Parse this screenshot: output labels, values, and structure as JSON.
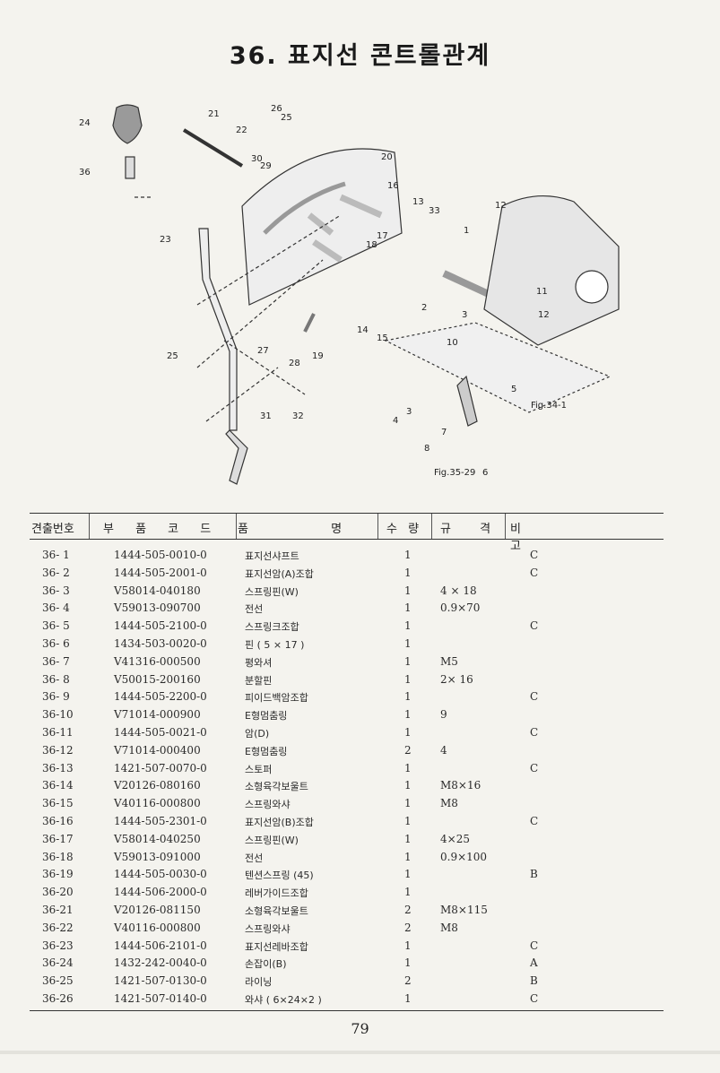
{
  "title": "36. 표지선 콘트롤관계",
  "diagram": {
    "callouts": [
      "1",
      "2",
      "3",
      "4",
      "5",
      "6",
      "7",
      "8",
      "10",
      "11",
      "12",
      "12",
      "13",
      "14",
      "15",
      "16",
      "17",
      "18",
      "19",
      "20",
      "21",
      "22",
      "23",
      "24",
      "25",
      "25",
      "26",
      "27",
      "28",
      "29",
      "30",
      "31",
      "32",
      "33",
      "36"
    ],
    "refs": [
      "Fig.34-1",
      "Fig.35-29"
    ]
  },
  "table": {
    "headers": {
      "no": "견출번호",
      "code": "부 품 코 드",
      "name": "품 명",
      "qty": "수 량",
      "spec": "규 격",
      "remark": "비 고"
    },
    "rows": [
      {
        "no": "36- 1",
        "code": "1444-505-0010-0",
        "name": "표지선샤프트",
        "qty": "1",
        "spec": "",
        "remark": "C"
      },
      {
        "no": "36- 2",
        "code": "1444-505-2001-0",
        "name": "표지선암(A)조합",
        "qty": "1",
        "spec": "",
        "remark": "C"
      },
      {
        "no": "36- 3",
        "code": "V58014-040180",
        "name": "스프링핀(W)",
        "qty": "1",
        "spec": "4 × 18",
        "remark": ""
      },
      {
        "no": "36- 4",
        "code": "V59013-090700",
        "name": "전선",
        "qty": "1",
        "spec": "0.9×70",
        "remark": ""
      },
      {
        "no": "36- 5",
        "code": "1444-505-2100-0",
        "name": "스프링크조합",
        "qty": "1",
        "spec": "",
        "remark": "C"
      },
      {
        "no": "36- 6",
        "code": "1434-503-0020-0",
        "name": "핀 ( 5 × 17 )",
        "qty": "1",
        "spec": "",
        "remark": ""
      },
      {
        "no": "36- 7",
        "code": "V41316-000500",
        "name": "평와셔",
        "qty": "1",
        "spec": "M5",
        "remark": ""
      },
      {
        "no": "36- 8",
        "code": "V50015-200160",
        "name": "분할핀",
        "qty": "1",
        "spec": "2× 16",
        "remark": ""
      },
      {
        "no": "36- 9",
        "code": "1444-505-2200-0",
        "name": "피이드백암조합",
        "qty": "1",
        "spec": "",
        "remark": "C"
      },
      {
        "no": "36-10",
        "code": "V71014-000900",
        "name": "E형멈춤링",
        "qty": "1",
        "spec": "9",
        "remark": ""
      },
      {
        "no": "36-11",
        "code": "1444-505-0021-0",
        "name": "암(D)",
        "qty": "1",
        "spec": "",
        "remark": "C"
      },
      {
        "no": "36-12",
        "code": "V71014-000400",
        "name": "E형멈춤링",
        "qty": "2",
        "spec": "4",
        "remark": ""
      },
      {
        "no": "36-13",
        "code": "1421-507-0070-0",
        "name": "스토퍼",
        "qty": "1",
        "spec": "",
        "remark": "C"
      },
      {
        "no": "36-14",
        "code": "V20126-080160",
        "name": "소형육각보울트",
        "qty": "1",
        "spec": "M8×16",
        "remark": ""
      },
      {
        "no": "36-15",
        "code": "V40116-000800",
        "name": "스프링와샤",
        "qty": "1",
        "spec": "M8",
        "remark": ""
      },
      {
        "no": "36-16",
        "code": "1444-505-2301-0",
        "name": "표지선암(B)조합",
        "qty": "1",
        "spec": "",
        "remark": "C"
      },
      {
        "no": "36-17",
        "code": "V58014-040250",
        "name": "스프링핀(W)",
        "qty": "1",
        "spec": "4×25",
        "remark": ""
      },
      {
        "no": "36-18",
        "code": "V59013-091000",
        "name": "전선",
        "qty": "1",
        "spec": "0.9×100",
        "remark": ""
      },
      {
        "no": "36-19",
        "code": "1444-505-0030-0",
        "name": "텐션스프링 (45)",
        "qty": "1",
        "spec": "",
        "remark": "B"
      },
      {
        "no": "36-20",
        "code": "1444-506-2000-0",
        "name": "레버가이드조합",
        "qty": "1",
        "spec": "",
        "remark": ""
      },
      {
        "no": "36-21",
        "code": "V20126-081150",
        "name": "소형육각보울트",
        "qty": "2",
        "spec": "M8×115",
        "remark": ""
      },
      {
        "no": "36-22",
        "code": "V40116-000800",
        "name": "스프링와샤",
        "qty": "2",
        "spec": "M8",
        "remark": ""
      },
      {
        "no": "36-23",
        "code": "1444-506-2101-0",
        "name": "표지선레바조합",
        "qty": "1",
        "spec": "",
        "remark": "C"
      },
      {
        "no": "36-24",
        "code": "1432-242-0040-0",
        "name": "손잡이(B)",
        "qty": "1",
        "spec": "",
        "remark": "A"
      },
      {
        "no": "36-25",
        "code": "1421-507-0130-0",
        "name": "라이닝",
        "qty": "2",
        "spec": "",
        "remark": "B"
      },
      {
        "no": "36-26",
        "code": "1421-507-0140-0",
        "name": "와샤 ( 6×24×2 )",
        "qty": "1",
        "spec": "",
        "remark": "C"
      }
    ]
  },
  "page_number": "79"
}
